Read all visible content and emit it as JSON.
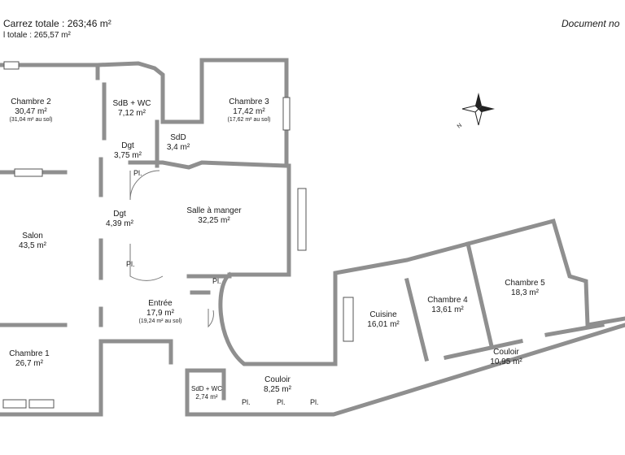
{
  "header": {
    "carrez": "Carrez totale :  263;46 m²",
    "sol": "l totale :  265,57 m²",
    "document": "Document no"
  },
  "rooms": [
    {
      "name": "Chambre 2",
      "area": "30,47 m²",
      "sub": "(31,04 m² au sol)"
    },
    {
      "name": "SdB + WC",
      "area": "7,12 m²"
    },
    {
      "name": "Chambre 3",
      "area": "17,42 m²",
      "sub": "(17,62 m² au sol)"
    },
    {
      "name": "SdD",
      "area": "3,4 m²"
    },
    {
      "name": "Dgt",
      "area": "3,75 m²"
    },
    {
      "name": "Dgt",
      "area": "4,39 m²"
    },
    {
      "name": "Salle à manger",
      "area": "32,25 m²"
    },
    {
      "name": "Salon",
      "area": "43,5 m²"
    },
    {
      "name": "Entrée",
      "area": "17,9 m²",
      "sub": "(19,24 m² au sol)"
    },
    {
      "name": "Chambre 1",
      "area": "26,7 m²"
    },
    {
      "name": "SdD + WC",
      "area": "2,74 m²"
    },
    {
      "name": "Couloir",
      "area": "8,25 m²"
    },
    {
      "name": "Cuisine",
      "area": "16,01 m²"
    },
    {
      "name": "Chambre 4",
      "area": "13,61 m²"
    },
    {
      "name": "Chambre 5",
      "area": "18,3 m²"
    },
    {
      "name": "Couloir",
      "area": "10,95 m²"
    }
  ],
  "placards": [
    "Pl.",
    "Pl.",
    "Pl.",
    "Pl.",
    "Pl.",
    "Pl."
  ],
  "compass": {
    "north": "N"
  },
  "colors": {
    "wall": "#9a9a9a",
    "wall_edge": "#555555",
    "text": "#1a1a1a"
  }
}
